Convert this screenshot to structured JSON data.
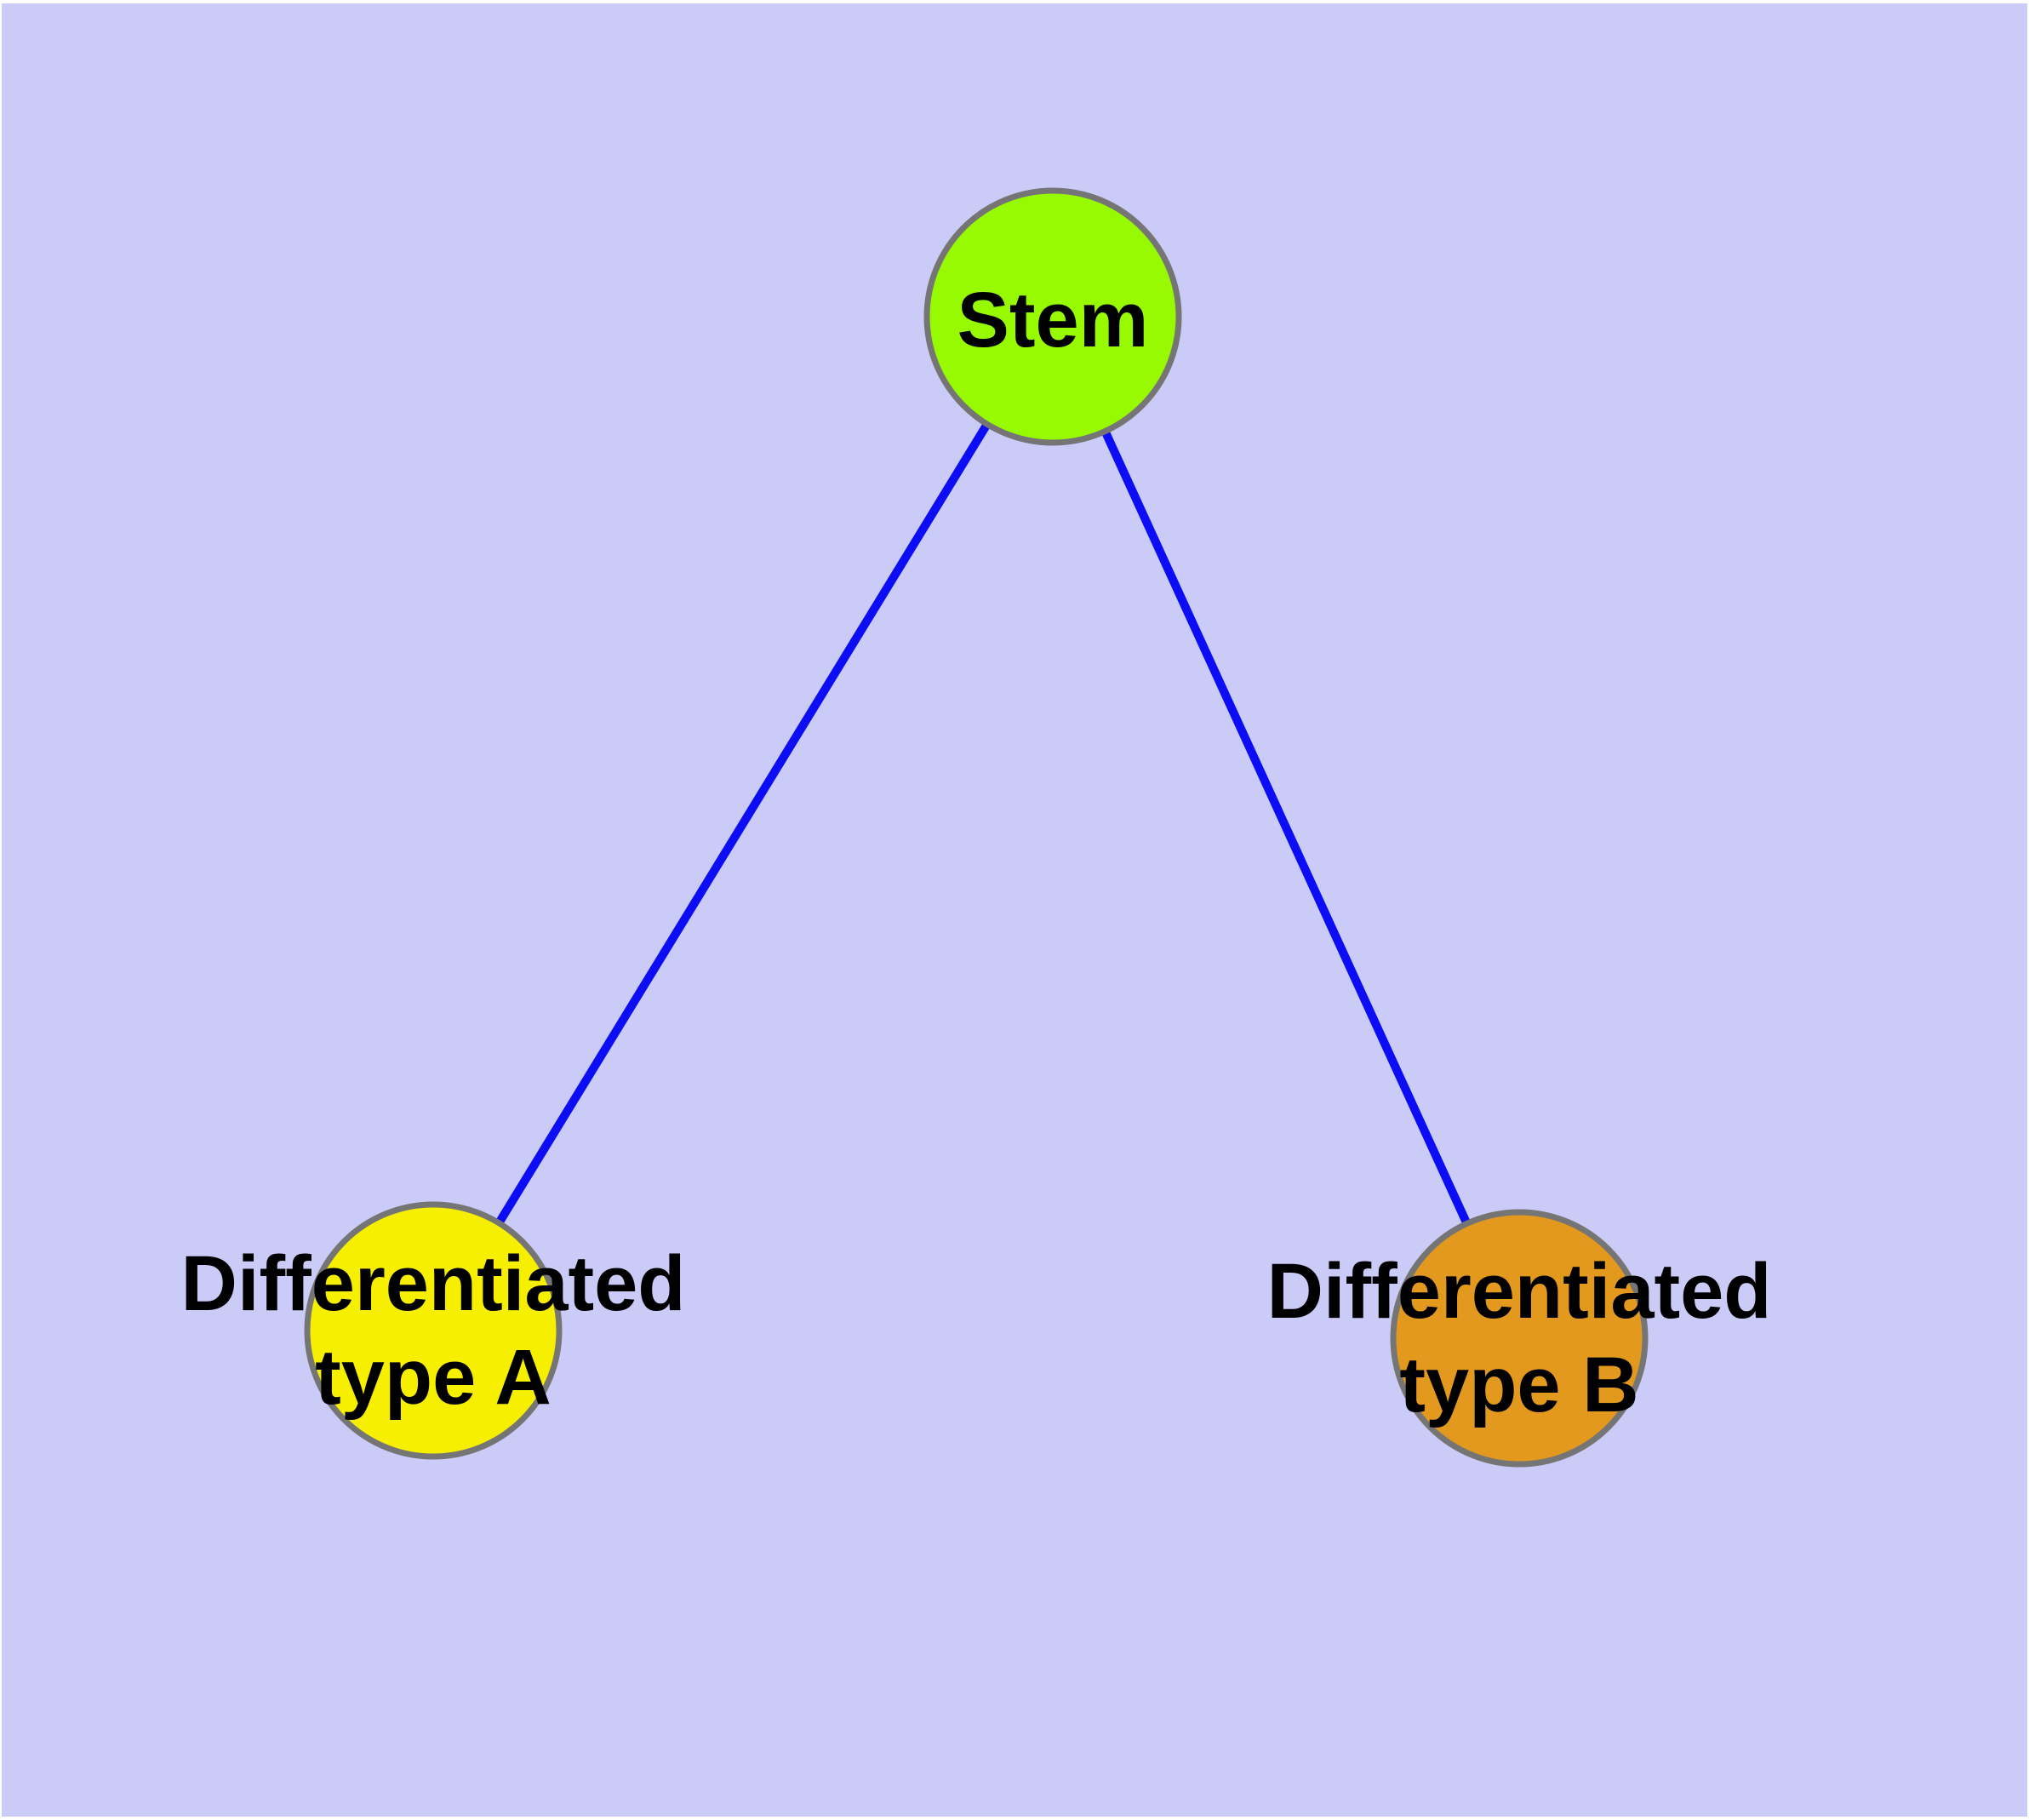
{
  "diagram": {
    "type": "graph",
    "description": "Tree diagram of stem cell differentiation: a Stem node with two child nodes, Differentiated type A and Differentiated type B",
    "frame_color": "#ffffff",
    "background_color": "#cbcbf7",
    "edge_color": "#0d0df5",
    "node_border_color": "#757575",
    "label_color": "#000000",
    "nodes": [
      {
        "id": "stem",
        "label": "Stem",
        "lines": [
          "Stem"
        ],
        "fill": "#97fa00"
      },
      {
        "id": "differentiated-type-a",
        "label": "Differentiated type A",
        "lines": [
          "Differentiated",
          "type A"
        ],
        "fill": "#f7ef00"
      },
      {
        "id": "differentiated-type-b",
        "label": "Differentiated type B",
        "lines": [
          "Differentiated",
          "type B"
        ],
        "fill": "#e2991e"
      }
    ],
    "edges": [
      {
        "from": "Stem",
        "to": "Differentiated type A"
      },
      {
        "from": "Stem",
        "to": "Differentiated type B"
      }
    ]
  }
}
